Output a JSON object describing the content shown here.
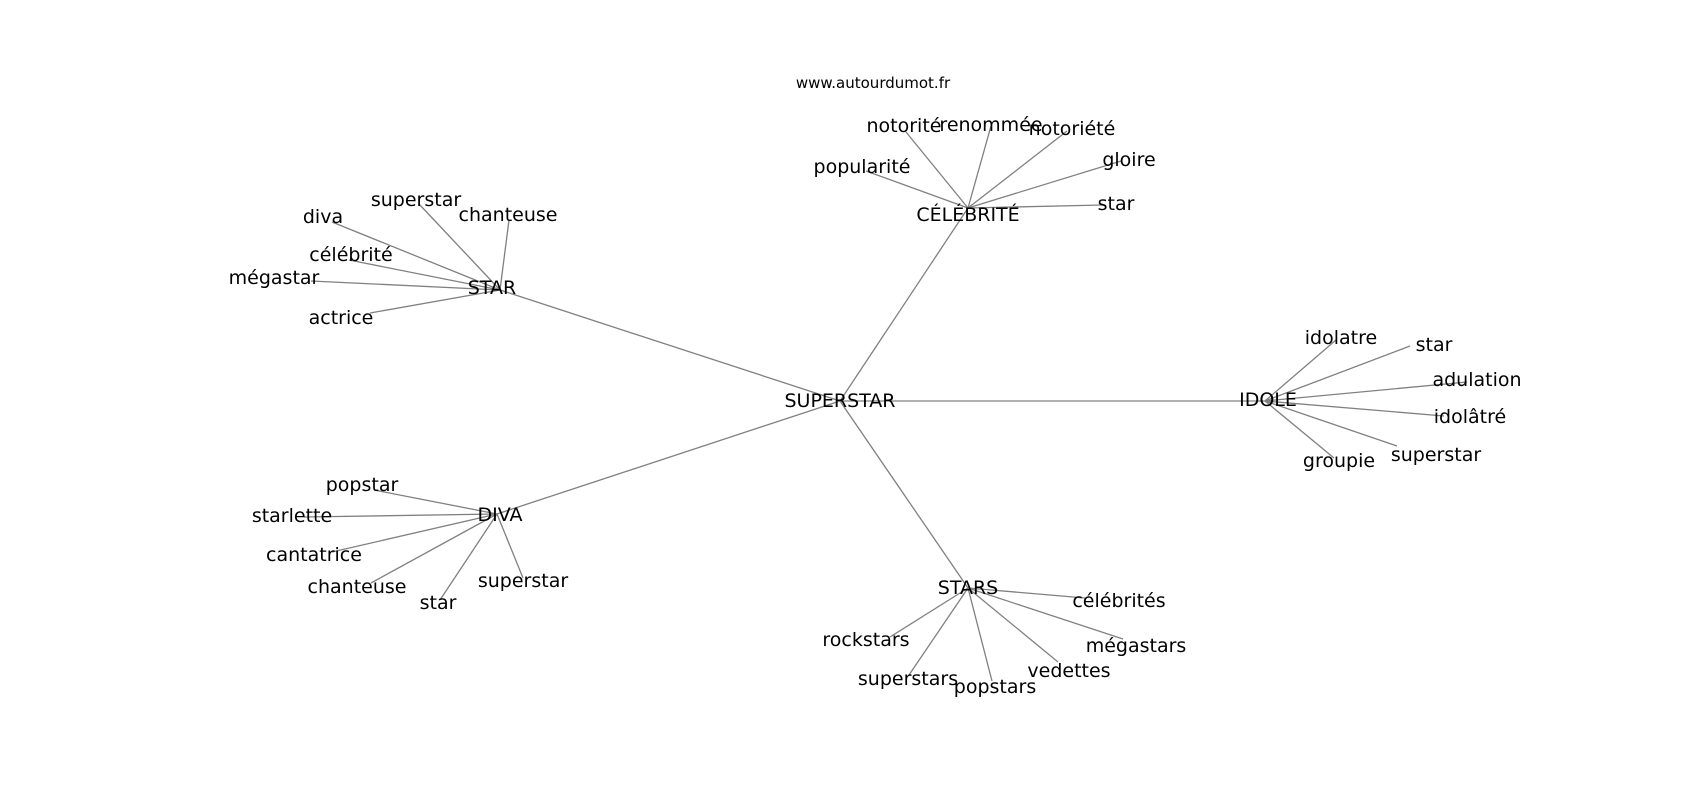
{
  "source": "www.autourdumot.fr",
  "center": {
    "label": "SUPERSTAR"
  },
  "clusters": [
    {
      "id": "star",
      "label": "STAR",
      "leaves": [
        "superstar",
        "chanteuse",
        "diva",
        "célébrité",
        "mégastar",
        "actrice"
      ]
    },
    {
      "id": "celebrite",
      "label": "CÉLÉBRITÉ",
      "leaves": [
        "notorité",
        "renommée",
        "notoriété",
        "popularité",
        "gloire",
        "star"
      ]
    },
    {
      "id": "idole",
      "label": "IDOLE",
      "leaves": [
        "idolatre",
        "star",
        "adulation",
        "idolâtré",
        "superstar",
        "groupie"
      ]
    },
    {
      "id": "diva",
      "label": "DIVA",
      "leaves": [
        "popstar",
        "starlette",
        "cantatrice",
        "chanteuse",
        "star",
        "superstar"
      ]
    },
    {
      "id": "stars",
      "label": "STARS",
      "leaves": [
        "célébrités",
        "rockstars",
        "mégastars",
        "vedettes",
        "superstars",
        "popstars"
      ]
    }
  ],
  "colors": {
    "edge": "#808080",
    "text": "#000000",
    "background": "#ffffff"
  }
}
